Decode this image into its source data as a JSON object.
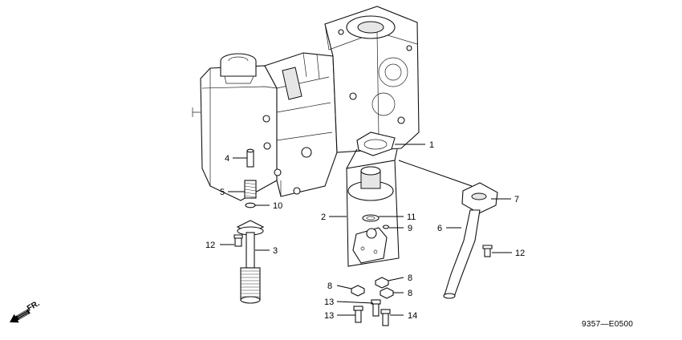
{
  "diagram": {
    "code": "9357—E0500",
    "direction_label": "FR.",
    "callouts": {
      "c1": "1",
      "c2": "2",
      "c3": "3",
      "c4": "4",
      "c5": "5",
      "c6": "6",
      "c7": "7",
      "c8a": "8",
      "c8b": "8",
      "c8c": "8",
      "c9": "9",
      "c10": "10",
      "c11": "11",
      "c12a": "12",
      "c12b": "12",
      "c13a": "13",
      "c13b": "13",
      "c14": "14"
    }
  }
}
